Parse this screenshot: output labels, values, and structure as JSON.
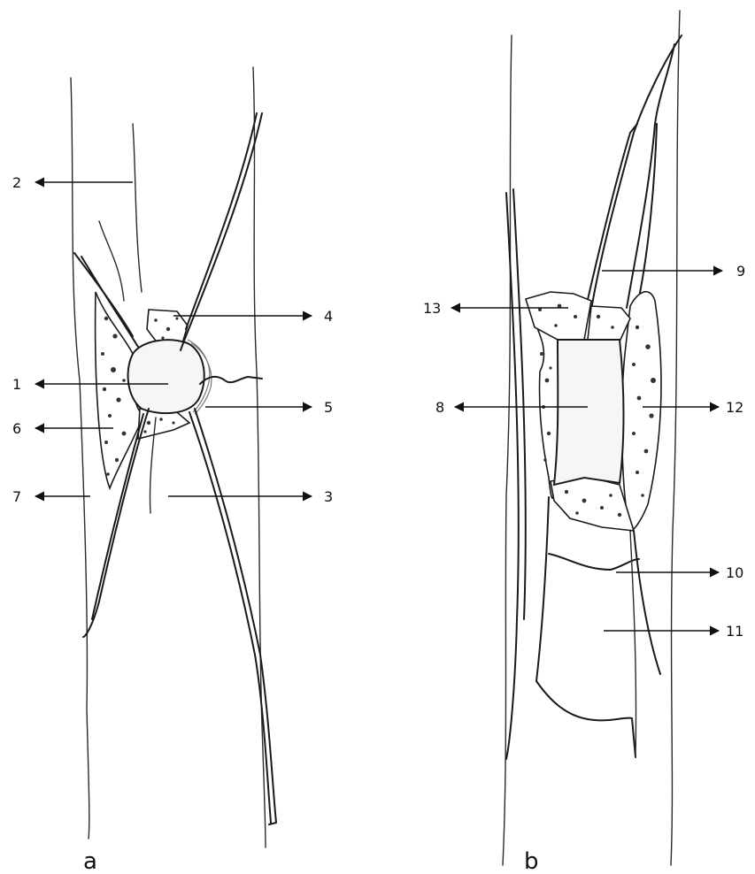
{
  "panels": {
    "a": {
      "label": "a"
    },
    "b": {
      "label": "b"
    }
  },
  "callouts": {
    "1": "1",
    "2": "2",
    "3": "3",
    "4": "4",
    "5": "5",
    "6": "6",
    "7": "7",
    "8": "8",
    "9": "9",
    "10": "10",
    "11": "11",
    "12": "12",
    "13": "13"
  }
}
